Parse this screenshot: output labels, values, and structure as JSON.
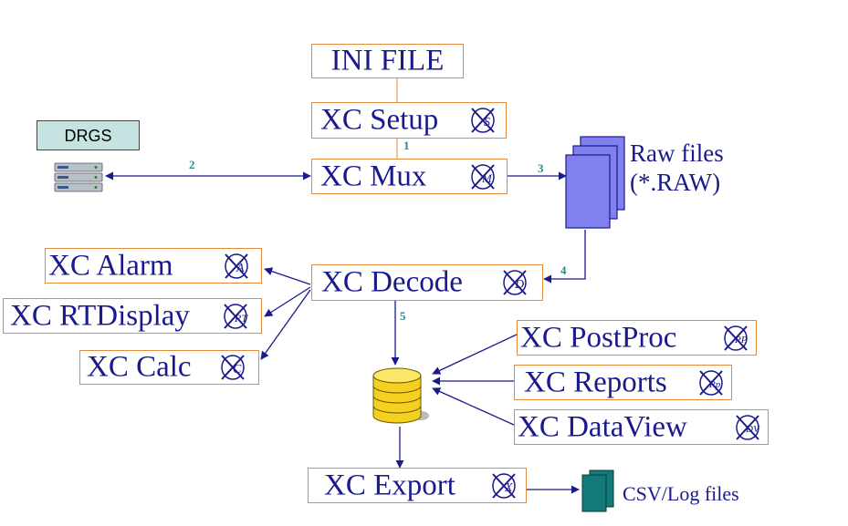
{
  "ini_file": "INI FILE",
  "drgs": "DRGS",
  "raw_files": {
    "line1": "Raw files",
    "line2": "(*.RAW)"
  },
  "csv_files": "CSV/Log files",
  "components": {
    "setup": {
      "label": "XC Setup",
      "logo_letter": "S"
    },
    "mux": {
      "label": "XC Mux",
      "logo_letter": "M"
    },
    "alarm": {
      "label": "XC Alarm",
      "logo_letter": "A"
    },
    "rtdisplay": {
      "label": "XC RTDisplay",
      "logo_letter": "RT"
    },
    "calc": {
      "label": "XC Calc",
      "logo_letter": "C"
    },
    "decode": {
      "label": "XC Decode",
      "logo_letter": "D"
    },
    "postproc": {
      "label": "XC PostProc",
      "logo_letter": "PP"
    },
    "reports": {
      "label": "XC Reports",
      "logo_letter": "Rp"
    },
    "dataview": {
      "label": "XC DataView",
      "logo_letter": "DV"
    },
    "export": {
      "label": "XC Export",
      "logo_letter": "X"
    }
  },
  "flow_labels": {
    "one": "1",
    "two": "2",
    "three": "3",
    "four": "4",
    "five": "5"
  },
  "colors": {
    "text": "#1a1a8c",
    "box_border": "#e58a3a",
    "arrow": "#1a1a8c",
    "flow_label": "#2a8a8a",
    "drgs_fill": "#c5e3e0",
    "raw_fill": "#8080ee",
    "csv_fill": "#127a78",
    "db_fill": "#f5d020"
  },
  "icons": [
    "xc-logo-icon",
    "server-icon",
    "raw-files-icon",
    "database-icon",
    "csv-files-icon"
  ]
}
